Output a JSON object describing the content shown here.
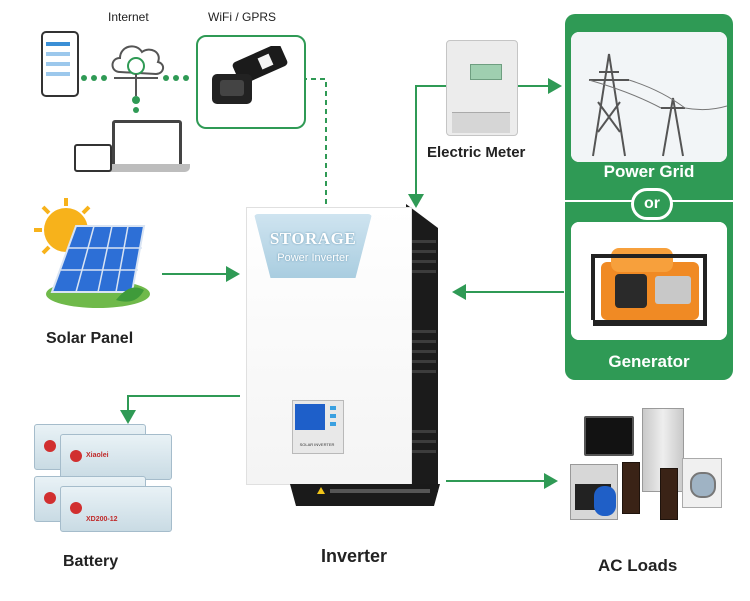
{
  "labels": {
    "internet": "Internet",
    "wifi_gprs": "WiFi / GPRS",
    "electric_meter": "Electric Meter",
    "power_grid": "Power Grid",
    "or": "or",
    "generator": "Generator",
    "solar_panel": "Solar Panel",
    "battery": "Battery",
    "inverter": "Inverter",
    "ac_loads": "AC Loads"
  },
  "inverter": {
    "badge_title": "STORAGE",
    "badge_subtitle": "Power Inverter",
    "display_caption": "SOLAR INVERTER"
  },
  "battery": {
    "model": "XD200-12",
    "brand": "Xiaolei"
  },
  "colors": {
    "accent_green": "#2f9a55",
    "connector_green": "#2f9a55"
  },
  "icons": [
    "cloud-network-icon",
    "smartphone-icon",
    "laptop-icon",
    "wifi-dongle-icon",
    "electric-meter-icon",
    "power-tower-icon",
    "generator-icon",
    "solar-panel-icon",
    "battery-icon",
    "inverter-icon",
    "appliances-icon"
  ]
}
